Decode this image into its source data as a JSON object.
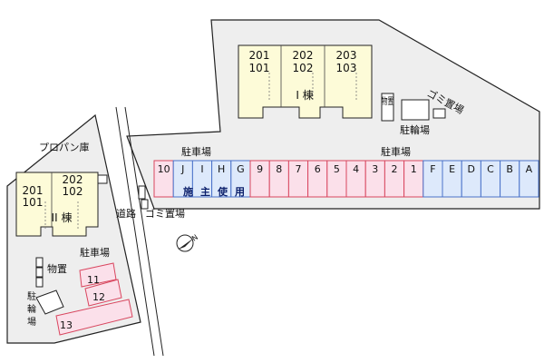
{
  "labels": {
    "propane": "プロパン庫",
    "road": "道路",
    "garbage_left": "ゴミ置場",
    "garbage_top": "ゴミ置場",
    "parking_top_left": "駐車場",
    "parking_top_right": "駐車場",
    "parking_left": "駐車場",
    "bike_top": "駐輪場",
    "bike_left": "駐輪場",
    "storage_top": "物置",
    "storage_left": "物置",
    "building_one": "I 棟",
    "building_two": "II 棟",
    "facility_use": "施主使用"
  },
  "building_one_units": [
    {
      "upper": "201",
      "lower": "101"
    },
    {
      "upper": "202",
      "lower": "102"
    },
    {
      "upper": "203",
      "lower": "103"
    }
  ],
  "building_two_units": [
    {
      "upper": "201",
      "lower": "101"
    },
    {
      "upper": "202",
      "lower": "102"
    }
  ],
  "parking_red": [
    "10",
    "9",
    "8",
    "7",
    "6",
    "5",
    "4",
    "3",
    "2",
    "1"
  ],
  "parking_blue": [
    "J",
    "I",
    "H",
    "G"
  ],
  "parking_blue_right": [
    "F",
    "E",
    "D",
    "C",
    "B",
    "A"
  ],
  "parking_left_lot": [
    "11",
    "12",
    "13"
  ],
  "colors": {
    "red_fill": "#fbe0ea",
    "red_stroke": "#d9465f",
    "blue_fill": "#dde9fb",
    "blue_stroke": "#4a72c9",
    "building_fill": "#fdfbd8",
    "lot_fill": "#eeeeee"
  },
  "icons": [
    "north-arrow-icon"
  ]
}
